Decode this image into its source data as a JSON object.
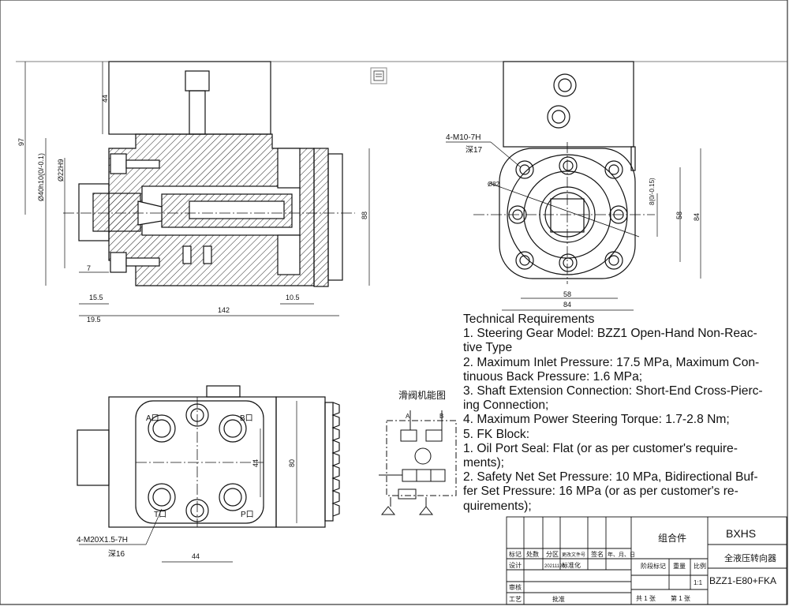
{
  "drawing": {
    "dims_front": [
      "44",
      "97",
      "Ø40h10(0/-0.1)",
      "Ø22H9",
      "7",
      "15.5",
      "19.5",
      "142",
      "10.5",
      "88"
    ],
    "dims_side": [
      "4-M10-7H",
      "深17",
      "Ø82",
      "8(0/-0.15)",
      "58",
      "84",
      "58",
      "84"
    ],
    "dims_bottom": [
      "A口",
      "B口",
      "T口",
      "P口",
      "44",
      "80",
      "4-M20X1.5-7H",
      "深16",
      "44"
    ],
    "schematic_title": "滑阀机能图",
    "schematic_ports": [
      "A",
      "B"
    ]
  },
  "tech": {
    "heading": "Technical Requirements",
    "lines": [
      "1. Steering Gear Model: BZZ1 Open-Hand Non-Reac-",
      "tive Type",
      "2. Maximum Inlet Pressure: 17.5 MPa, Maximum Con-",
      "tinuous Back Pressure: 1.6 MPa;",
      "3. Shaft Extension Connection: Short-End Cross-Pierc-",
      "ing Connection;",
      "4. Maximum Power Steering Torque: 1.7-2.8 Nm;",
      "5. FK Block:",
      "1. Oil Port Seal: Flat (or as per customer's require-",
      "ments);",
      "2. Safety Net Set Pressure: 10 MPa, Bidirectional Buf-",
      "fer Set Pressure: 16 MPa (or as per customer's re-",
      "quirements);"
    ]
  },
  "title_block": {
    "assembly": "组合件",
    "company": "BXHS",
    "product": "全液压转向器",
    "model": "BZZ1-E80+FKA",
    "scale": "1:1",
    "row_headers": [
      "标记",
      "处数",
      "分区",
      "更改文件号",
      "签名",
      "年、月、日"
    ],
    "design": "设计",
    "date": "20211120",
    "standardize": "标准化",
    "stage": "阶段标记",
    "weight": "重量",
    "ratio": "比例",
    "review": "审核",
    "process": "工艺",
    "approve": "批准",
    "sheets_total": "共 1 张",
    "sheet_no": "第 1 张"
  }
}
